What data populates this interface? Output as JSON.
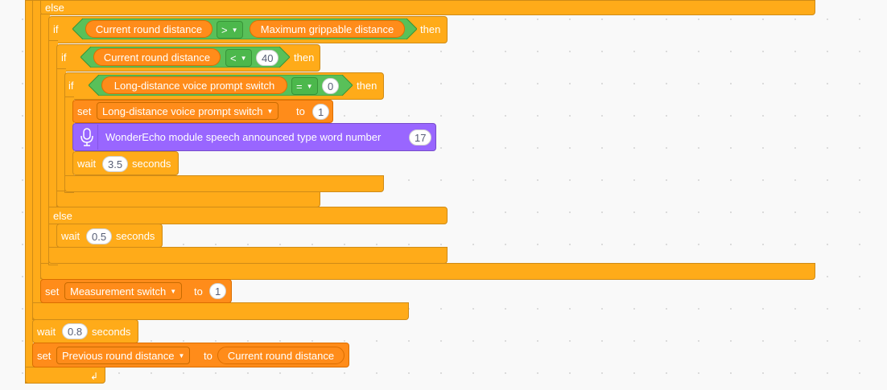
{
  "keywords": {
    "if": "if",
    "then": "then",
    "else": "else",
    "set": "set",
    "to": "to",
    "wait": "wait",
    "seconds": "seconds"
  },
  "blocks": {
    "cond1": {
      "left": "Current round distance",
      "op": ">",
      "right": "Maximum grippable distance"
    },
    "cond2": {
      "left": "Current round distance",
      "op": "<",
      "right": "40"
    },
    "cond3": {
      "left": "Long-distance voice prompt switch",
      "op": "=",
      "right": "0"
    },
    "set1": {
      "var": "Long-distance voice prompt switch",
      "value": "1"
    },
    "speech": {
      "label": "WonderEcho module speech announced type word number",
      "value": "17"
    },
    "wait1": {
      "value": "3.5"
    },
    "wait2": {
      "value": "0.5"
    },
    "set2": {
      "var": "Measurement switch",
      "value": "1"
    },
    "wait3": {
      "value": "0.8"
    },
    "set3": {
      "var": "Previous round distance",
      "value": "Current round distance"
    }
  },
  "colors": {
    "control": "#ffab19",
    "variable": "#ff8c1a",
    "operator": "#59c059",
    "extension": "#9966ff"
  },
  "icons": {
    "speech": "microphone-icon",
    "loop_end": "loop-arrow-icon"
  }
}
